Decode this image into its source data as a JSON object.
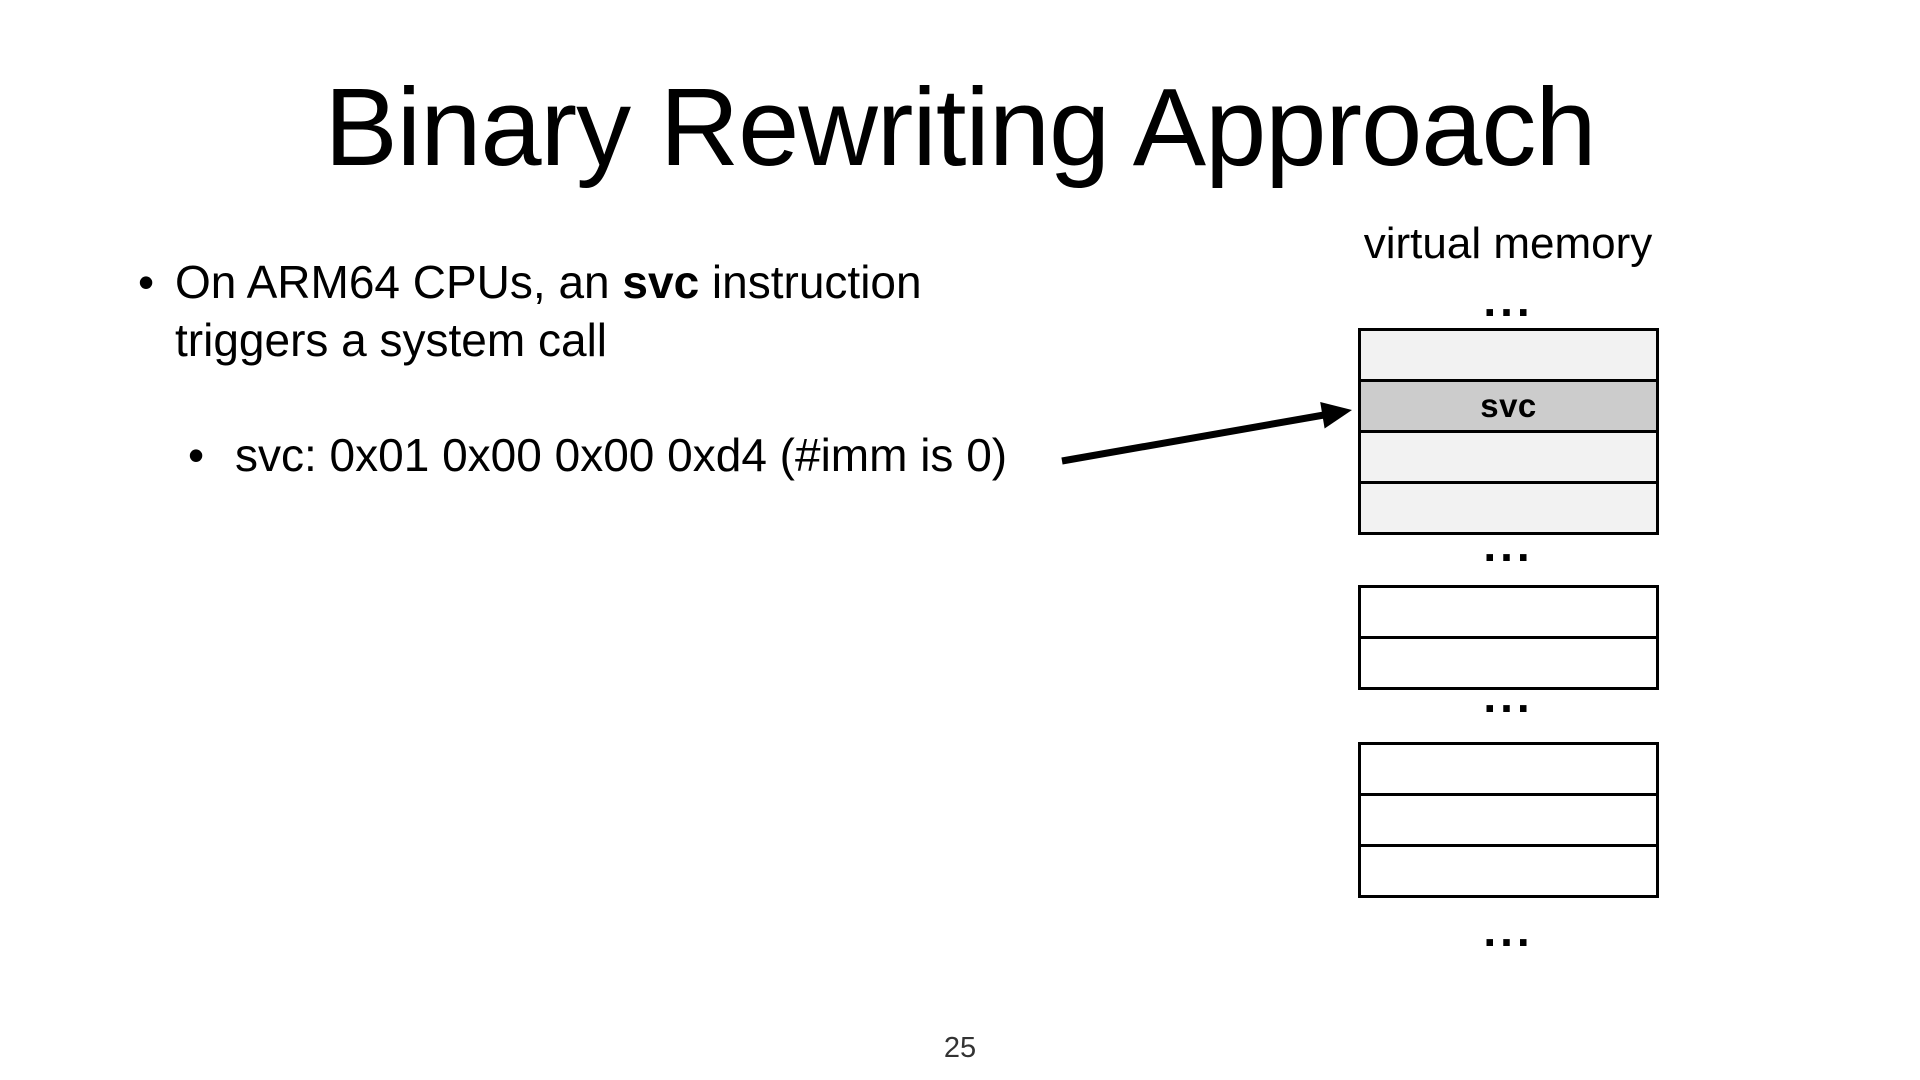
{
  "title": "Binary Rewriting Approach",
  "page_number": "25",
  "bullet_glyph": "•",
  "content": {
    "main_bullet": {
      "before_bold": "On ARM64 CPUs, an ",
      "bold_text": "svc",
      "after_bold": " instruction triggers a system call"
    },
    "sub_bullet": "svc: 0x01 0x00 0x00 0xd4 (#imm is 0)"
  },
  "diagram": {
    "label": "virtual memory",
    "ellipsis": "...",
    "blocks": [
      {
        "rows": [
          {
            "label": "",
            "fill": "#f2f2f2"
          },
          {
            "label": "svc",
            "fill": "#cccccc"
          },
          {
            "label": "",
            "fill": "#f2f2f2"
          },
          {
            "label": "",
            "fill": "#f2f2f2"
          }
        ]
      },
      {
        "rows": [
          {
            "label": "",
            "fill": "#ffffff"
          },
          {
            "label": "",
            "fill": "#ffffff"
          }
        ]
      },
      {
        "rows": [
          {
            "label": "",
            "fill": "#ffffff"
          },
          {
            "label": "",
            "fill": "#ffffff"
          },
          {
            "label": "",
            "fill": "#ffffff"
          }
        ]
      }
    ]
  },
  "colors": {
    "background": "#ffffff",
    "text": "#000000",
    "page_number": "#333333",
    "row_light": "#f2f2f2",
    "row_highlight": "#cccccc",
    "row_white": "#ffffff",
    "border": "#000000",
    "arrow": "#000000"
  }
}
